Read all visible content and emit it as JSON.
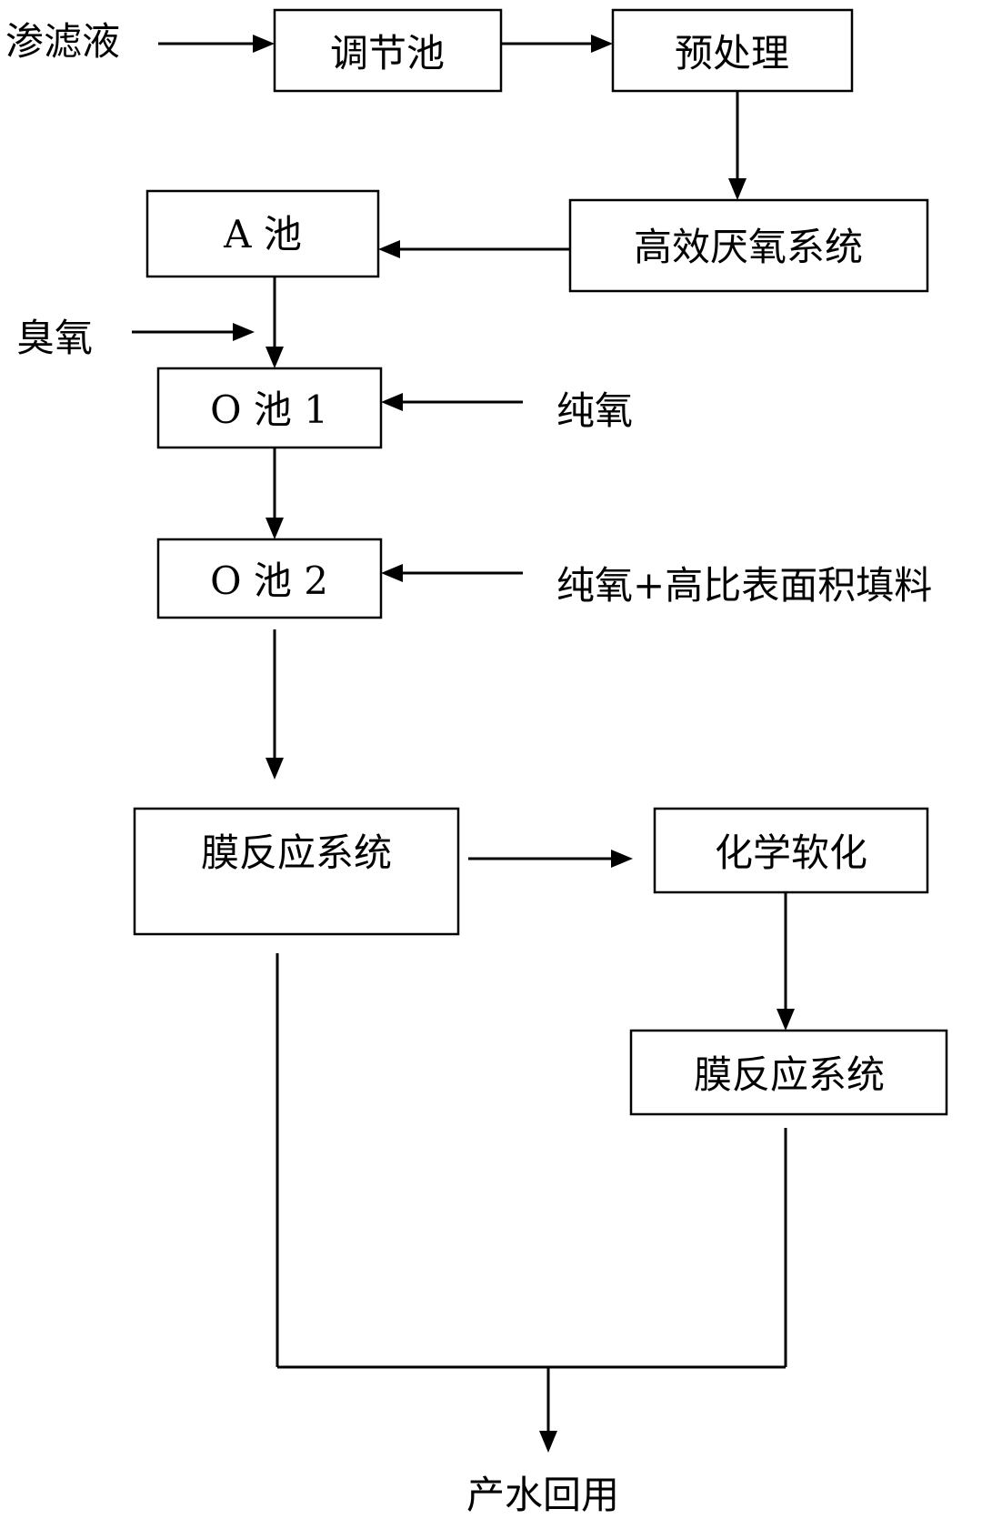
{
  "inputs": {
    "leachate": "渗滤液",
    "ozone": "臭氧",
    "pure_oxygen": "纯氧",
    "pure_oxygen_media": "纯氧+高比表面积填料"
  },
  "boxes": {
    "equalization_tank": "调节池",
    "pretreatment": "预处理",
    "anaerobic_system": "高效厌氧系统",
    "a_tank": "A 池",
    "o_tank_1": "O 池 1",
    "o_tank_2": "O 池 2",
    "membrane_reactor_1": "膜反应系统",
    "chemical_softening": "化学软化",
    "membrane_reactor_2": "膜反应系统"
  },
  "output": {
    "water_reuse": "产水回用"
  }
}
